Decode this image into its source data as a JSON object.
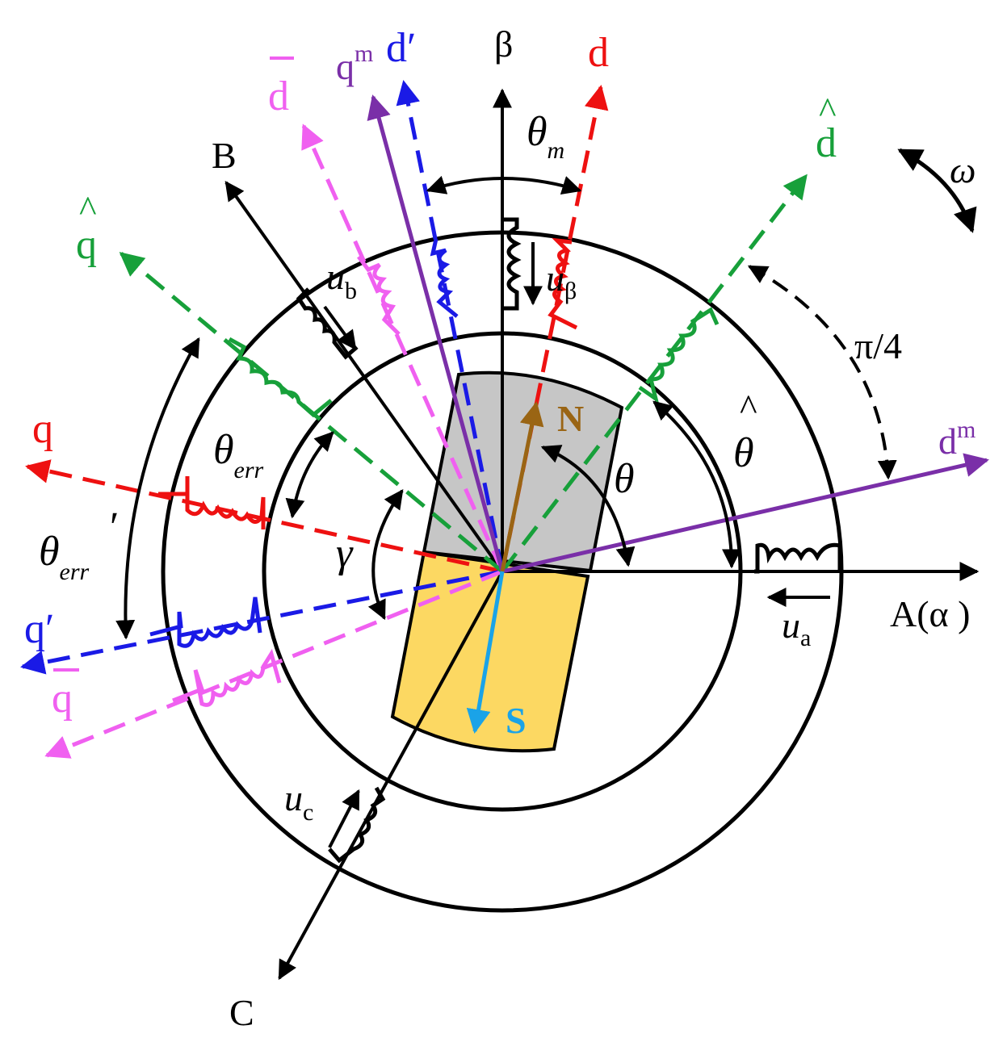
{
  "colors": {
    "black": "#000000",
    "red": "#ee1111",
    "blue": "#1a1ae6",
    "magenta": "#f060f0",
    "purple": "#7a2fa8",
    "green": "#17a03a",
    "brown": "#9a6514",
    "cyan": "#1aa3e8",
    "gray_pole": "#c6c6c6",
    "yellow_pole": "#fcd862"
  },
  "axes": {
    "A": "A(α )",
    "B": "B",
    "C": "C",
    "beta": "β",
    "d": "d",
    "q": "q",
    "d_prime": "d′",
    "q_prime": "q′",
    "d_bar": "d",
    "q_bar": "q",
    "d_hat": "d",
    "q_hat": "q",
    "hat_mark": "^",
    "d_m_base": "d",
    "d_m_sup": "m",
    "q_m_base": "q",
    "q_m_sup": "m"
  },
  "voltages": {
    "u": "u",
    "a": "a",
    "b": "b",
    "c": "c",
    "beta": "β"
  },
  "angles": {
    "theta": "θ",
    "theta_hat": "θ",
    "theta_m_base": "θ",
    "theta_m_sub": "m",
    "theta_err_base": "θ",
    "theta_err_sub": "err",
    "theta_err_prime_base": "θ",
    "theta_err_prime_sub": "err",
    "prime": "′",
    "gamma": "γ",
    "pi_over_4": "π/4",
    "omega": "ω"
  },
  "poles": {
    "north": "N",
    "south": "S"
  }
}
